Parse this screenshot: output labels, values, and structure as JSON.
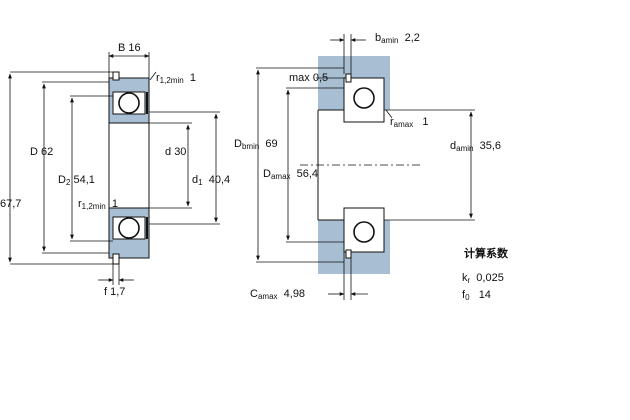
{
  "left_view": {
    "B": {
      "sym": "B",
      "val": "16"
    },
    "r_top": {
      "sym": "r",
      "sub": "1,2min",
      "val": "1"
    },
    "D": {
      "sym": "D",
      "val": "62"
    },
    "d": {
      "sym": "d",
      "val": "30"
    },
    "D2": {
      "sym": "D",
      "sub": "2",
      "val": "54,1"
    },
    "d1": {
      "sym": "d",
      "sub": "1",
      "val": "40,4"
    },
    "r_mid": {
      "sym": "r",
      "sub": "1,2min",
      "val": "1"
    },
    "outer": {
      "val": "67,7"
    },
    "f": {
      "sym": "f",
      "val": "1,7"
    }
  },
  "right_view": {
    "bamin": {
      "sym": "b",
      "sub": "amin",
      "val": "2,2"
    },
    "max_chamfer": "max 0,5",
    "ramax": {
      "sym": "r",
      "sub": "amax",
      "val": "1"
    },
    "Dbmin": {
      "sym": "D",
      "sub": "bmin",
      "val": "69"
    },
    "Damax": {
      "sym": "D",
      "sub": "amax",
      "val": "56,4"
    },
    "damin": {
      "sym": "d",
      "sub": "amin",
      "val": "35,6"
    },
    "Camax": {
      "sym": "C",
      "sub": "amax",
      "val": "4,98"
    }
  },
  "calc": {
    "heading": "计算系数",
    "kr": {
      "sym": "k",
      "sub": "r",
      "val": "0,025"
    },
    "f0": {
      "sym": "f",
      "sub": "0",
      "val": "14"
    }
  },
  "colors": {
    "housing": "#a8bed2",
    "ring": "#a9bfd3",
    "line": "#111111"
  }
}
